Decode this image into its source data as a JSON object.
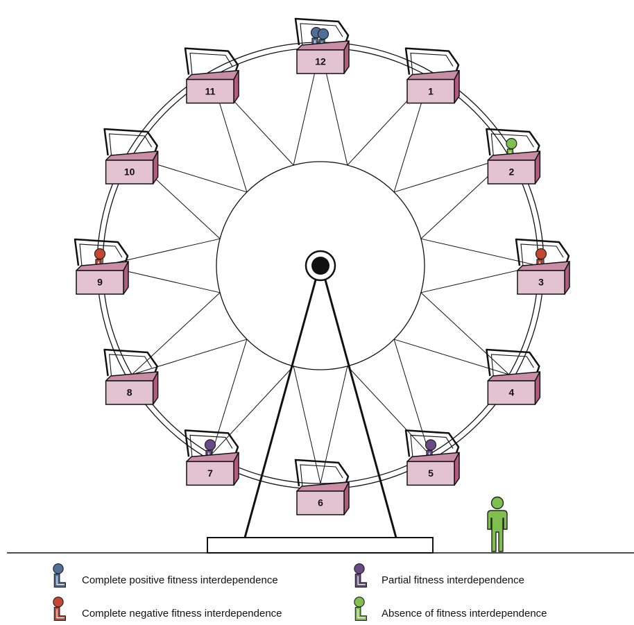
{
  "colors": {
    "cabin_front": "#e3c3d1",
    "cabin_side": "#b35b7e",
    "cabin_top": "#c98da6",
    "stroke": "#111111",
    "positive": "#4f6f9a",
    "negative": "#c64533",
    "partial": "#6a4a86",
    "absence": "#7fbf4d"
  },
  "cabins": [
    {
      "number": "1",
      "occupant": "none"
    },
    {
      "number": "2",
      "occupant": "absence"
    },
    {
      "number": "3",
      "occupant": "negative"
    },
    {
      "number": "4",
      "occupant": "none"
    },
    {
      "number": "5",
      "occupant": "partial"
    },
    {
      "number": "6",
      "occupant": "none"
    },
    {
      "number": "7",
      "occupant": "partial"
    },
    {
      "number": "8",
      "occupant": "none"
    },
    {
      "number": "9",
      "occupant": "negative"
    },
    {
      "number": "10",
      "occupant": "none"
    },
    {
      "number": "11",
      "occupant": "none"
    },
    {
      "number": "12",
      "occupant": "positive-pair"
    }
  ],
  "legend": [
    {
      "key": "positive",
      "label": "Complete positive fitness interdependence"
    },
    {
      "key": "partial",
      "label": "Partial fitness interdependence"
    },
    {
      "key": "negative",
      "label": "Complete negative fitness interdependence"
    },
    {
      "key": "absence",
      "label": "Absence of fitness interdependence"
    }
  ],
  "bystander": {
    "occupant": "absence",
    "icon": "standing-person-icon"
  }
}
